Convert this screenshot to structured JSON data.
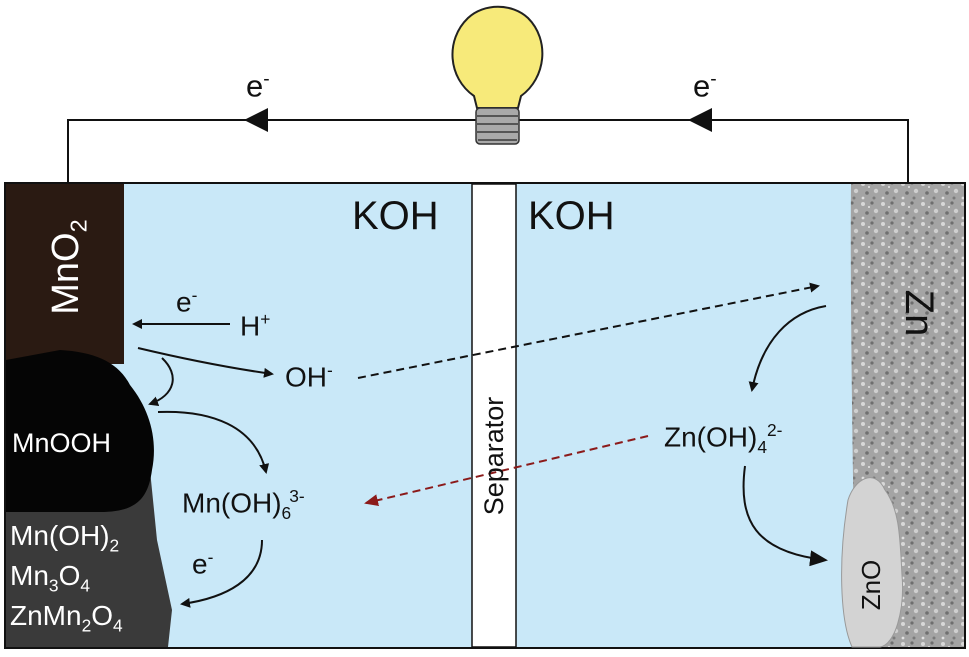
{
  "electrolyte": {
    "left": "KOH",
    "right": "KOH"
  },
  "separator": "Separator",
  "cathode": {
    "label_base": "MnO",
    "label_sub": "2"
  },
  "anode": {
    "label": "Zn"
  },
  "electron": {
    "base": "e",
    "sup": "-"
  },
  "species": {
    "proton": {
      "base": "H",
      "sup": "+"
    },
    "hydroxide": {
      "base": "OH",
      "sup": "-"
    },
    "mnooh": "MnOOH",
    "mnoh6": {
      "base": "Mn(OH)",
      "sub": "6",
      "sup": "3-"
    },
    "znoh4": {
      "base": "Zn(OH)",
      "sub": "4",
      "sup": "2-"
    },
    "zno": "ZnO",
    "products": [
      {
        "parts": [
          "Mn(OH)",
          "2"
        ]
      },
      {
        "parts": [
          "Mn",
          "3",
          "O",
          "4"
        ]
      },
      {
        "parts": [
          "ZnMn",
          "2",
          "O",
          "4"
        ]
      }
    ]
  },
  "colors": {
    "electrolyte": "#c9e8f8",
    "cathode": "#2a1a12",
    "mnooh": "#050505",
    "products": "#3a3a3a",
    "zinc": "#9a9a9a",
    "zno": "#d3d3d3",
    "bulb": "#f7ea7a",
    "dashed_red": "#8b1a1a"
  }
}
